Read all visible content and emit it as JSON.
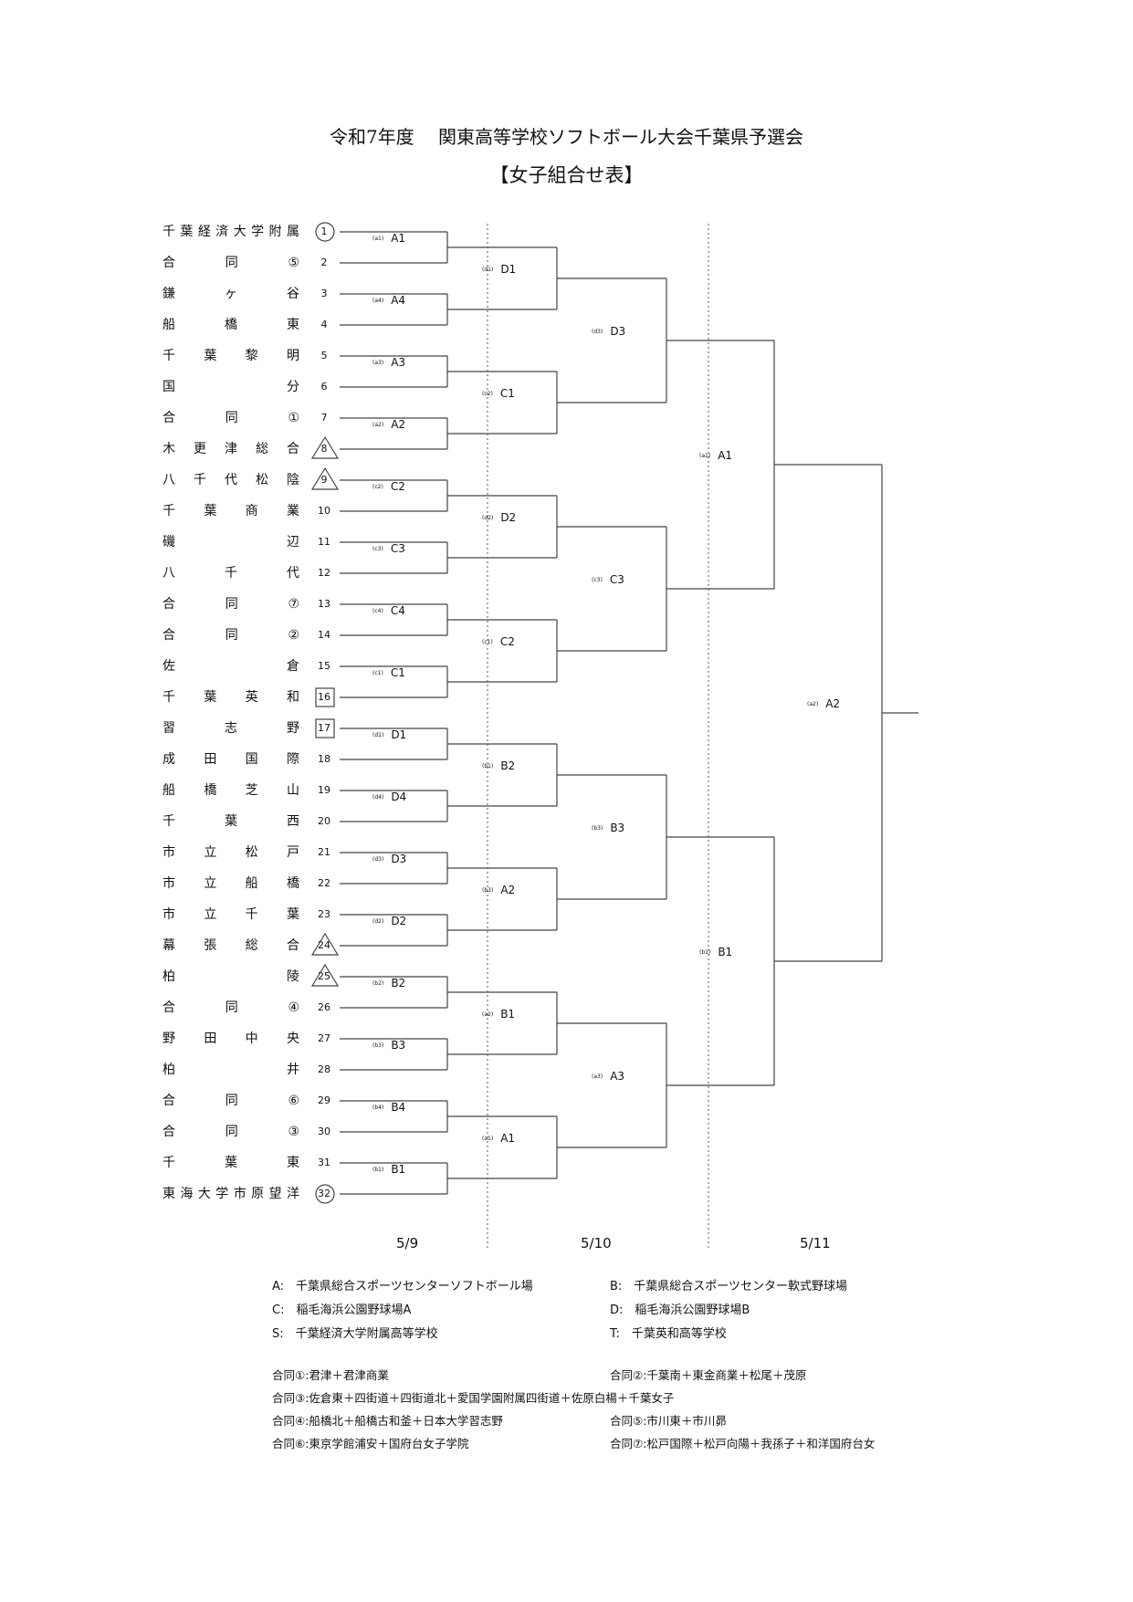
{
  "title_line1": "令和7年度　 関東高等学校ソフトボール大会千葉県予選会",
  "title_line2": "【女子組合せ表】",
  "teams": [
    {
      "name": "千葉経済大学附属",
      "num": "1",
      "mark": "circle"
    },
    {
      "name": "合同⑤",
      "num": "2",
      "mark": ""
    },
    {
      "name": "鎌ヶ谷",
      "num": "3",
      "mark": ""
    },
    {
      "name": "船橋東",
      "num": "4",
      "mark": ""
    },
    {
      "name": "千葉黎明",
      "num": "5",
      "mark": ""
    },
    {
      "name": "国分",
      "num": "6",
      "mark": ""
    },
    {
      "name": "合同①",
      "num": "7",
      "mark": ""
    },
    {
      "name": "木更津総合",
      "num": "8",
      "mark": "triangle"
    },
    {
      "name": "八千代松陰",
      "num": "9",
      "mark": "triangle"
    },
    {
      "name": "千葉商業",
      "num": "10",
      "mark": ""
    },
    {
      "name": "磯辺",
      "num": "11",
      "mark": ""
    },
    {
      "name": "八千代",
      "num": "12",
      "mark": ""
    },
    {
      "name": "合同⑦",
      "num": "13",
      "mark": ""
    },
    {
      "name": "合同②",
      "num": "14",
      "mark": ""
    },
    {
      "name": "佐倉",
      "num": "15",
      "mark": ""
    },
    {
      "name": "千葉英和",
      "num": "16",
      "mark": "square"
    },
    {
      "name": "習志野",
      "num": "17",
      "mark": "square"
    },
    {
      "name": "成田国際",
      "num": "18",
      "mark": ""
    },
    {
      "name": "船橋芝山",
      "num": "19",
      "mark": ""
    },
    {
      "name": "千葉西",
      "num": "20",
      "mark": ""
    },
    {
      "name": "市立松戸",
      "num": "21",
      "mark": ""
    },
    {
      "name": "市立船橋",
      "num": "22",
      "mark": ""
    },
    {
      "name": "市立千葉",
      "num": "23",
      "mark": ""
    },
    {
      "name": "幕張総合",
      "num": "24",
      "mark": "triangle"
    },
    {
      "name": "柏陵",
      "num": "25",
      "mark": "triangle"
    },
    {
      "name": "合同④",
      "num": "26",
      "mark": ""
    },
    {
      "name": "野田中央",
      "num": "27",
      "mark": ""
    },
    {
      "name": "柏井",
      "num": "28",
      "mark": ""
    },
    {
      "name": "合同⑥",
      "num": "29",
      "mark": ""
    },
    {
      "name": "合同③",
      "num": "30",
      "mark": ""
    },
    {
      "name": "千葉東",
      "num": "31",
      "mark": ""
    },
    {
      "name": "東海大学市原望洋",
      "num": "32",
      "mark": "circle"
    }
  ],
  "round1": [
    {
      "code": "(a1)",
      "label": "A1"
    },
    {
      "code": "(a4)",
      "label": "A4"
    },
    {
      "code": "(a3)",
      "label": "A3"
    },
    {
      "code": "(a2)",
      "label": "A2"
    },
    {
      "code": "(c2)",
      "label": "C2"
    },
    {
      "code": "(c3)",
      "label": "C3"
    },
    {
      "code": "(c4)",
      "label": "C4"
    },
    {
      "code": "(c1)",
      "label": "C1"
    },
    {
      "code": "(d1)",
      "label": "D1"
    },
    {
      "code": "(d4)",
      "label": "D4"
    },
    {
      "code": "(d3)",
      "label": "D3"
    },
    {
      "code": "(d2)",
      "label": "D2"
    },
    {
      "code": "(b2)",
      "label": "B2"
    },
    {
      "code": "(b3)",
      "label": "B3"
    },
    {
      "code": "(b4)",
      "label": "B4"
    },
    {
      "code": "(b1)",
      "label": "B1"
    }
  ],
  "round2": [
    {
      "code": "(d1)",
      "label": "D1"
    },
    {
      "code": "(c2)",
      "label": "C1"
    },
    {
      "code": "(d2)",
      "label": "D2"
    },
    {
      "code": "(c1)",
      "label": "C2"
    },
    {
      "code": "(b1)",
      "label": "B2"
    },
    {
      "code": "(b3)",
      "label": "A2"
    },
    {
      "code": "(a2)",
      "label": "B1"
    },
    {
      "code": "(a1)",
      "label": "A1"
    }
  ],
  "round3": [
    {
      "code": "(d3)",
      "label": "D3"
    },
    {
      "code": "(c3)",
      "label": "C3"
    },
    {
      "code": "(b3)",
      "label": "B3"
    },
    {
      "code": "(a3)",
      "label": "A3"
    }
  ],
  "round4": [
    {
      "code": "(a1)",
      "label": "A1"
    },
    {
      "code": "(b1)",
      "label": "B1"
    }
  ],
  "final": {
    "code": "(a2)",
    "label": "A2"
  },
  "dates": [
    "5/9",
    "5/10",
    "5/11"
  ],
  "venues": [
    "A:　千葉県総合スポーツセンターソフトボール場",
    "B:　千葉県総合スポーツセンター軟式野球場",
    "C:　稲毛海浜公園野球場A",
    "D:　稲毛海浜公園野球場B",
    "S:　千葉経済大学附属高等学校",
    "T:　千葉英和高等学校"
  ],
  "joint_teams": [
    "合同①:君津＋君津商業",
    "合同②:千葉南＋東金商業＋松尾＋茂原",
    "合同③:佐倉東＋四街道＋四街道北＋愛国学園附属四街道＋佐原白楊＋千葉女子",
    "合同④:船橋北＋船橋古和釜＋日本大学習志野",
    "合同⑤:市川東＋市川昴",
    "合同⑥:東京学館浦安＋国府台女子学院",
    "合同⑦:松戸国際＋松戸向陽＋我孫子＋和洋国府台女"
  ],
  "colors": {
    "line": "#444444",
    "text": "#111111",
    "dotted": "#555555"
  }
}
